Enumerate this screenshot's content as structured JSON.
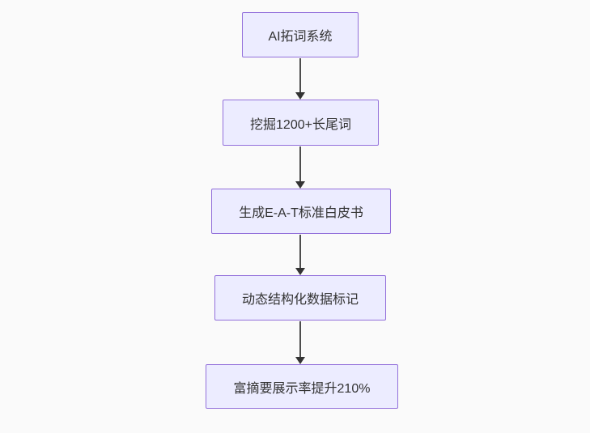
{
  "diagram": {
    "type": "flowchart",
    "direction": "top-down",
    "nodes": [
      {
        "id": "node-1",
        "label": "AI拓词系统"
      },
      {
        "id": "node-2",
        "label": "挖掘1200+长尾词"
      },
      {
        "id": "node-3",
        "label": "生成E-A-T标准白皮书"
      },
      {
        "id": "node-4",
        "label": "动态结构化数据标记"
      },
      {
        "id": "node-5",
        "label": "富摘要展示率提升210%"
      }
    ],
    "edges": [
      {
        "from": "node-1",
        "to": "node-2"
      },
      {
        "from": "node-2",
        "to": "node-3"
      },
      {
        "from": "node-3",
        "to": "node-4"
      },
      {
        "from": "node-4",
        "to": "node-5"
      }
    ],
    "colors": {
      "node_fill": "#ececff",
      "node_border": "#9370db",
      "node_text": "#333333",
      "arrow": "#333333",
      "background": "#fafafa"
    }
  }
}
